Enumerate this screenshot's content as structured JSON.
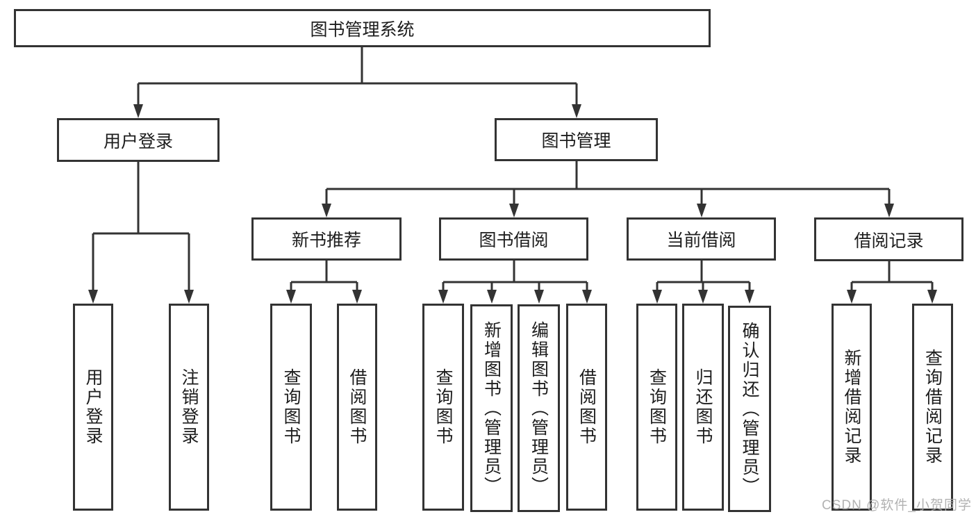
{
  "colors": {
    "line": "#333333",
    "box_border": "#333333",
    "box_background": "#ffffff",
    "page_background": "#ffffff",
    "text": "#1d1d1d",
    "watermark": "#aaaaaa"
  },
  "nodes": {
    "root": {
      "label": "图书管理系统"
    },
    "user_login": {
      "label": "用户登录"
    },
    "book_mgmt": {
      "label": "图书管理"
    },
    "login": {
      "label": "用户登录"
    },
    "logout": {
      "label": "注销登录"
    },
    "new_book_rec": {
      "label": "新书推荐"
    },
    "book_borrow": {
      "label": "图书借阅"
    },
    "current_borrow": {
      "label": "当前借阅"
    },
    "borrow_records": {
      "label": "借阅记录"
    },
    "nbr_query": {
      "label": "查询图书"
    },
    "nbr_borrow": {
      "label": "借阅图书"
    },
    "bb_query": {
      "label": "查询图书"
    },
    "bb_add": {
      "label": "新增图书（管理员）"
    },
    "bb_edit": {
      "label": "编辑图书（管理员）"
    },
    "bb_borrow": {
      "label": "借阅图书"
    },
    "cb_query": {
      "label": "查询图书"
    },
    "cb_return": {
      "label": "归还图书"
    },
    "cb_confirm": {
      "label": "确认归还（管理员）"
    },
    "br_add": {
      "label": "新增借阅记录"
    },
    "br_query": {
      "label": "查询借阅记录"
    }
  },
  "watermark": {
    "text": "CSDN @软件_小贺同学"
  }
}
